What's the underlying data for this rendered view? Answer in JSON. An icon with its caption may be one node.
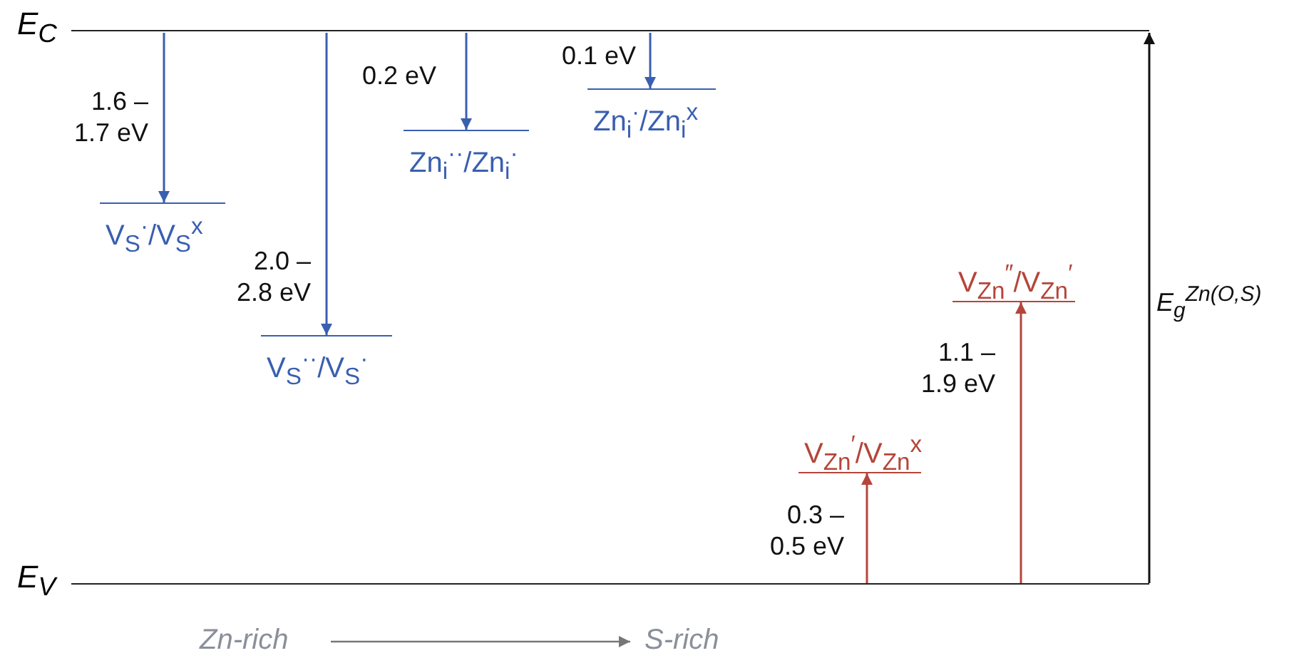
{
  "diagram": {
    "nodes": [
      {
        "text": [
          "E$_{C}$"
        ]
      },
      {
        "text": [
          "V$_{S}$$^{·}$/V$_{S}$$^{x}$"
        ]
      },
      {
        "text": [
          "V$_{S}$$^{··}$/V$_{S}$$^{·}$"
        ]
      },
      {
        "text": [
          "Zn$_{i}$$^{··}$/Zn$_{i}$$^{·}$"
        ]
      },
      {
        "text": [
          "Zn$_{i}$$^{·}$/Zn$_{i}$$^{x}$"
        ]
      },
      {
        "text": [
          "V$_{Zn}$$^{′}$/V$_{Zn}$$^{x}$"
        ]
      },
      {
        "text": [
          "V$_{Zn}$$^{″}$/V$_{Zn}$$^{′}$"
        ]
      },
      {
        "text": [
          "E$_{V}$"
        ]
      }
    ],
    "edges": [
      {
        "from": 0,
        "to": 1,
        "arrow": "to",
        "label": "1.6 – 1.7 eV"
      },
      {
        "from": 0,
        "to": 2,
        "arrow": "to",
        "label": "2.0 – 2.8 eV"
      },
      {
        "from": 0,
        "to": 3,
        "arrow": "to",
        "label": "0.2 eV"
      },
      {
        "from": 0,
        "to": 4,
        "arrow": "to",
        "label": "0.1 eV"
      },
      {
        "from": 7,
        "to": 5,
        "arrow": "to",
        "label": "0.3 – 0.5 eV",
        "color": "#b5453a"
      },
      {
        "from": 7,
        "to": 6,
        "arrow": "to",
        "label": "1.1 – 1.9 eV",
        "color": "#b5453a"
      },
      {
        "from": 7,
        "to": 0,
        "arrow": "to",
        "label": "E$_{g}$$^{Zn(O,S)}$",
        "color": "#111111"
      }
    ],
    "labels": [
      "Zn-rich",
      "S-rich"
    ]
  }
}
